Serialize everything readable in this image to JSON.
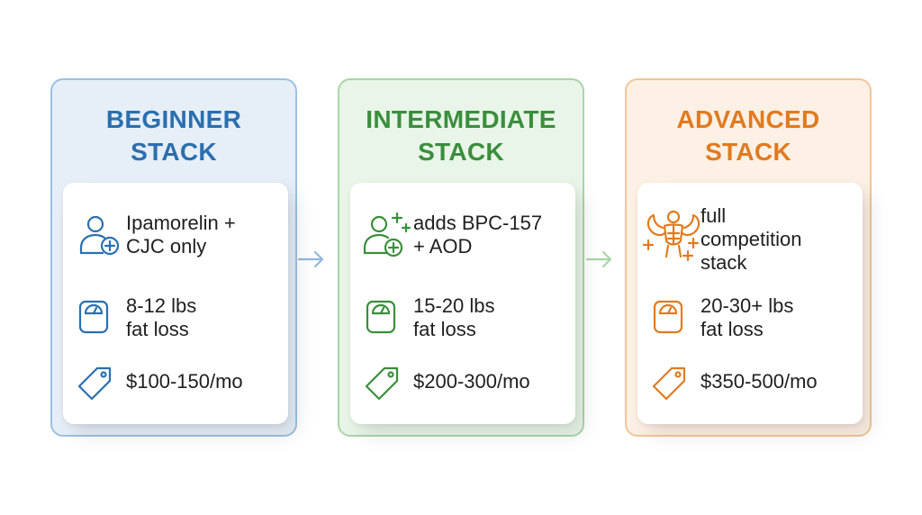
{
  "colors": {
    "beginner": "#2b6fae",
    "intermediate": "#3a8e3c",
    "advanced": "#e07b1f",
    "arrow": "#8fb8dc"
  },
  "stacks": [
    {
      "title_line1": "BEGINNER",
      "title_line2": "STACK",
      "peptides_icon": "user-plus-icon",
      "peptides": [
        "Ipamorelin +",
        "CJC only"
      ],
      "fat_loss_icon": "scale-icon",
      "fat_loss": [
        "8-12 lbs",
        "fat loss"
      ],
      "price_icon": "price-tag-icon",
      "price": "$100-150/mo"
    },
    {
      "title_line1": "INTERMEDIATE",
      "title_line2": "STACK",
      "peptides_icon": "user-plus-icon",
      "peptides": [
        "adds BPC-157",
        "+ AOD"
      ],
      "fat_loss_icon": "scale-icon",
      "fat_loss": [
        "15-20 lbs",
        "fat loss"
      ],
      "price_icon": "price-tag-icon",
      "price": "$200-300/mo"
    },
    {
      "title_line1": "ADVANCED",
      "title_line2": "STACK",
      "peptides_icon": "flexing-muscle-icon",
      "peptides": [
        "full",
        "competition",
        "stack"
      ],
      "fat_loss_icon": "scale-icon",
      "fat_loss": [
        "20-30+ lbs",
        "fat loss"
      ],
      "price_icon": "price-tag-icon",
      "price": "$350-500/mo"
    }
  ]
}
